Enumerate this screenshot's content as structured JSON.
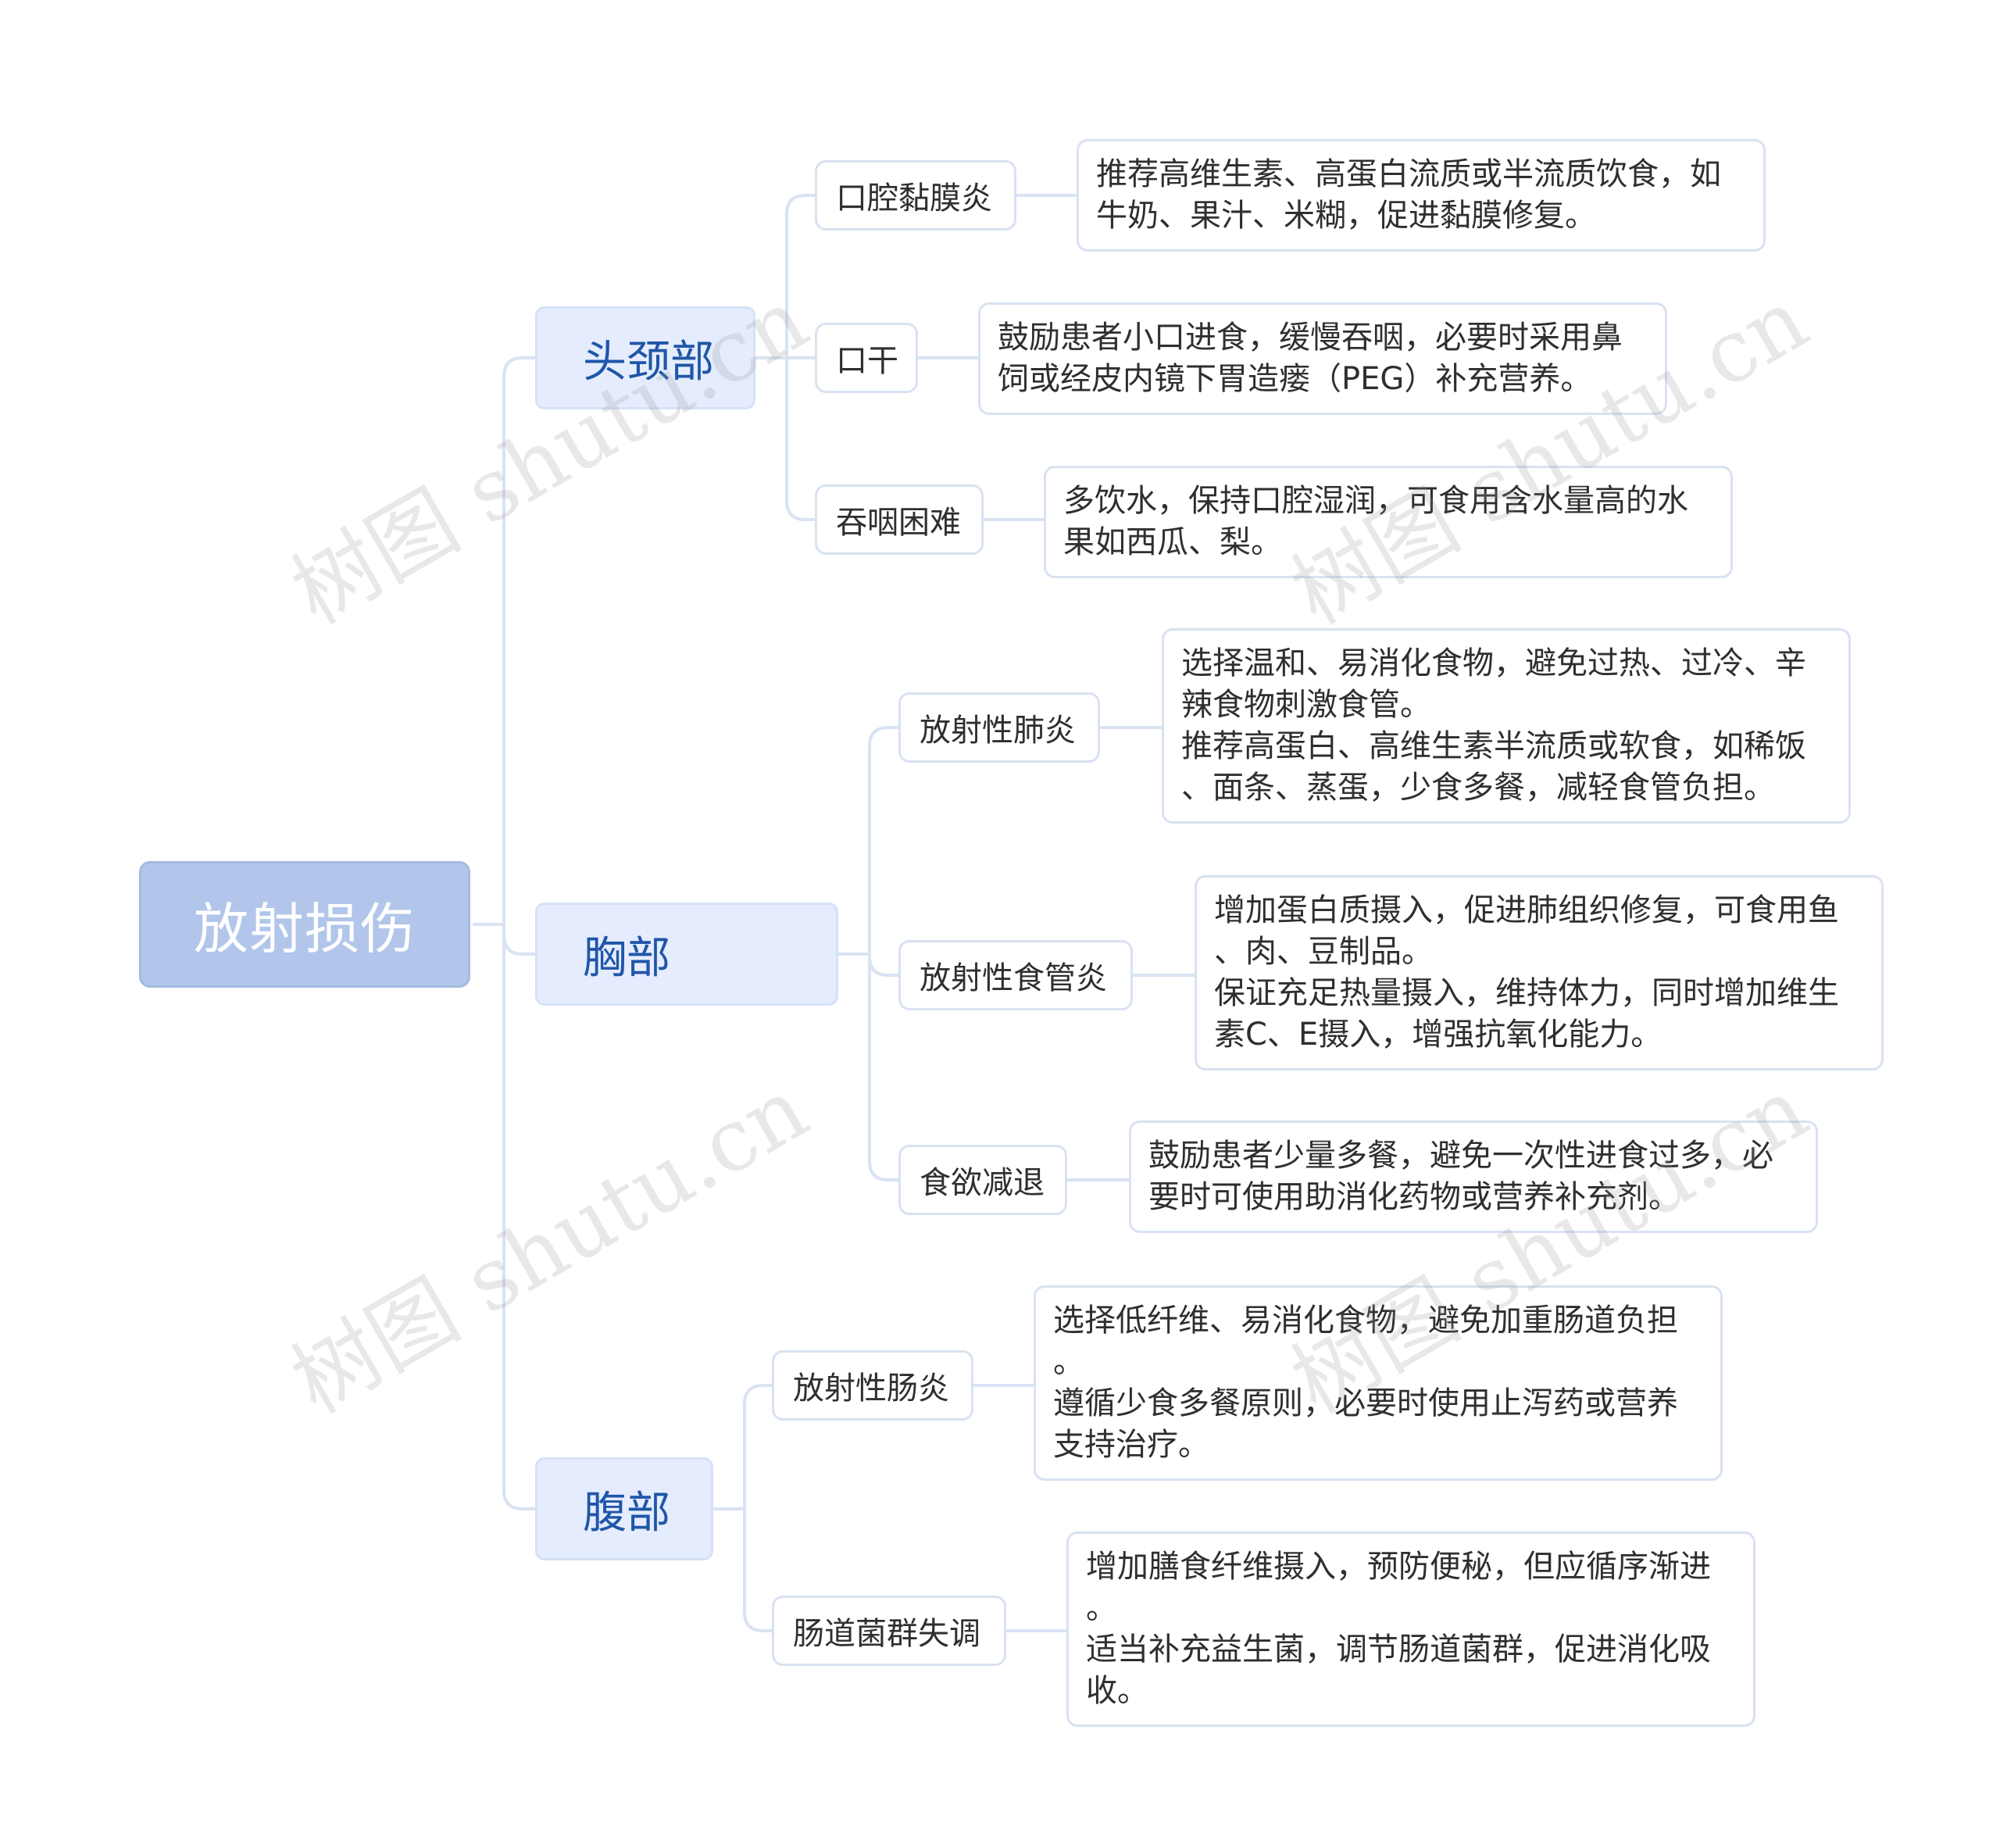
{
  "root": "放射损伤",
  "watermark": "树图 shutu.cn",
  "branches": [
    {
      "label": "头颈部",
      "topics": [
        {
          "label": "口腔黏膜炎",
          "lines": [
            "推荐高维生素、高蛋白流质或半流质饮食，如",
            "牛奶、果汁、米糊，促进黏膜修复。"
          ]
        },
        {
          "label": "口干",
          "lines": [
            "鼓励患者小口进食，缓慢吞咽，必要时采用鼻",
            "饲或经皮内镜下胃造瘘（PEG）补充营养。"
          ]
        },
        {
          "label": "吞咽困难",
          "lines": [
            "多饮水，保持口腔湿润，可食用含水量高的水",
            "果如西瓜、梨。"
          ]
        }
      ]
    },
    {
      "label": "胸部",
      "topics": [
        {
          "label": "放射性肺炎",
          "lines": [
            "选择温和、易消化食物，避免过热、过冷、辛",
            "辣食物刺激食管。",
            "推荐高蛋白、高维生素半流质或软食，如稀饭",
            "、面条、蒸蛋，少食多餐，减轻食管负担。"
          ]
        },
        {
          "label": "放射性食管炎",
          "lines": [
            "增加蛋白质摄入，促进肺组织修复，可食用鱼",
            "、肉、豆制品。",
            "保证充足热量摄入，维持体力，同时增加维生",
            "素C、E摄入，增强抗氧化能力。"
          ]
        },
        {
          "label": "食欲减退",
          "lines": [
            "鼓励患者少量多餐，避免一次性进食过多，必",
            "要时可使用助消化药物或营养补充剂。"
          ]
        }
      ]
    },
    {
      "label": "腹部",
      "topics": [
        {
          "label": "放射性肠炎",
          "lines": [
            "选择低纤维、易消化食物，避免加重肠道负担",
            "。",
            "遵循少食多餐原则，必要时使用止泻药或营养",
            "支持治疗。"
          ]
        },
        {
          "label": "肠道菌群失调",
          "lines": [
            "增加膳食纤维摄入，预防便秘，但应循序渐进",
            "。",
            "适当补充益生菌，调节肠道菌群，促进消化吸",
            "收。"
          ]
        }
      ]
    }
  ]
}
